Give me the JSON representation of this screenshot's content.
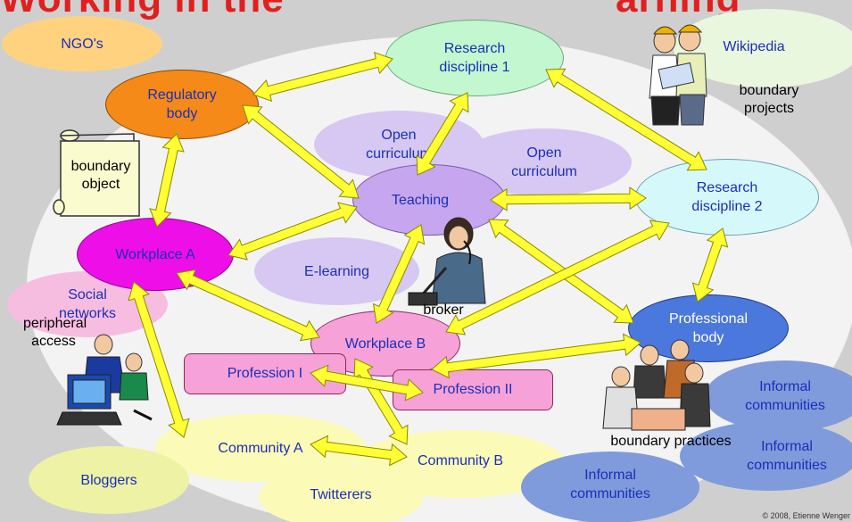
{
  "header": {
    "title_left": "Working in the",
    "title_right": "arning"
  },
  "nodes": {
    "ngos": "NGO's",
    "regulatory_body": "Regulatory body",
    "research_discipline_1": "Research discipline 1",
    "wikipedia": "Wikipedia",
    "boundary_projects": "boundary projects",
    "open_curriculum_1": "Open curriculum",
    "open_curriculum_2": "Open curriculum",
    "boundary_object": "boundary object",
    "teaching": "Teaching",
    "research_discipline_2": "Research discipline 2",
    "workplace_a": "Workplace A",
    "e_learning": "E-learning",
    "social_networks": "Social networks",
    "peripheral_access": "peripheral access",
    "broker": "broker",
    "professional_body": "Professional body",
    "workplace_b": "Workplace B",
    "profession_1": "Profession I",
    "profession_2": "Profession II",
    "informal_communities_1": "Informal communities",
    "informal_communities_2": "Informal communities",
    "informal_communities_3": "Informal communities",
    "boundary_practices": "boundary practices",
    "community_a": "Community A",
    "community_b": "Community B",
    "bloggers": "Bloggers",
    "twitterers": "Twitterers"
  },
  "footer": {
    "copyright": "© 2008, Etienne Wenger"
  },
  "colors": {
    "arrow_fill": "#ffff33",
    "arrow_stroke": "#8a8a00",
    "text_blue": "#1a2fb8"
  }
}
